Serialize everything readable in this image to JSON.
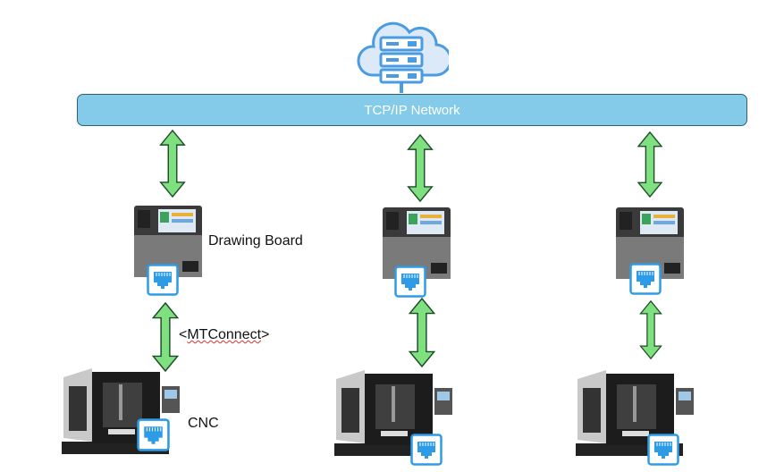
{
  "network": {
    "label": "TCP/IP Network"
  },
  "labels": {
    "drawing_board": "Drawing Board",
    "mtconnect_open": "<",
    "mtconnect": "MTConnect",
    "mtconnect_close": ">",
    "cnc": "CNC"
  },
  "colors": {
    "network_bar": "#84cbea",
    "arrow_fill": "#7ee07e",
    "arrow_stroke": "#1f4a2a",
    "cloud": "#4a9be0",
    "ethernet": "#2e9be6"
  },
  "icons": [
    "cloud-server-icon",
    "ethernet-port-icon",
    "drawing-board-device",
    "cnc-machine"
  ]
}
